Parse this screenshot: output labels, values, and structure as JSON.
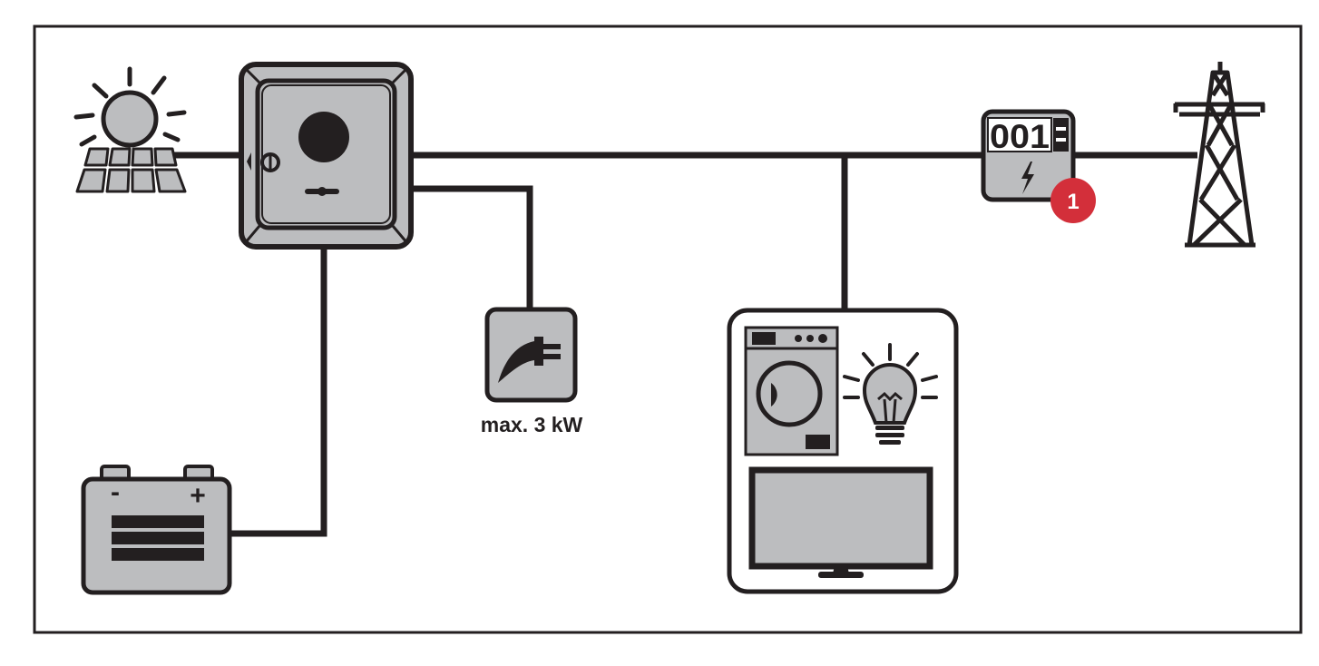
{
  "colors": {
    "line": "#231f20",
    "device_fill": "#bcbdbf",
    "badge": "#d32f3a",
    "background": "#ffffff"
  },
  "components": {
    "pv": {
      "icon": "solar-panel-icon"
    },
    "inverter": {
      "icon": "inverter-icon"
    },
    "battery": {
      "icon": "battery-icon",
      "minus": "-",
      "plus": "+"
    },
    "socket": {
      "icon": "plug-icon",
      "label": "max. 3 kW"
    },
    "consumers": {
      "icons": [
        "washing-machine-icon",
        "light-bulb-icon",
        "tv-icon"
      ]
    },
    "meter": {
      "icon": "energy-meter-icon",
      "digits": "001",
      "callout": "1"
    },
    "grid": {
      "icon": "power-pylon-icon"
    }
  }
}
